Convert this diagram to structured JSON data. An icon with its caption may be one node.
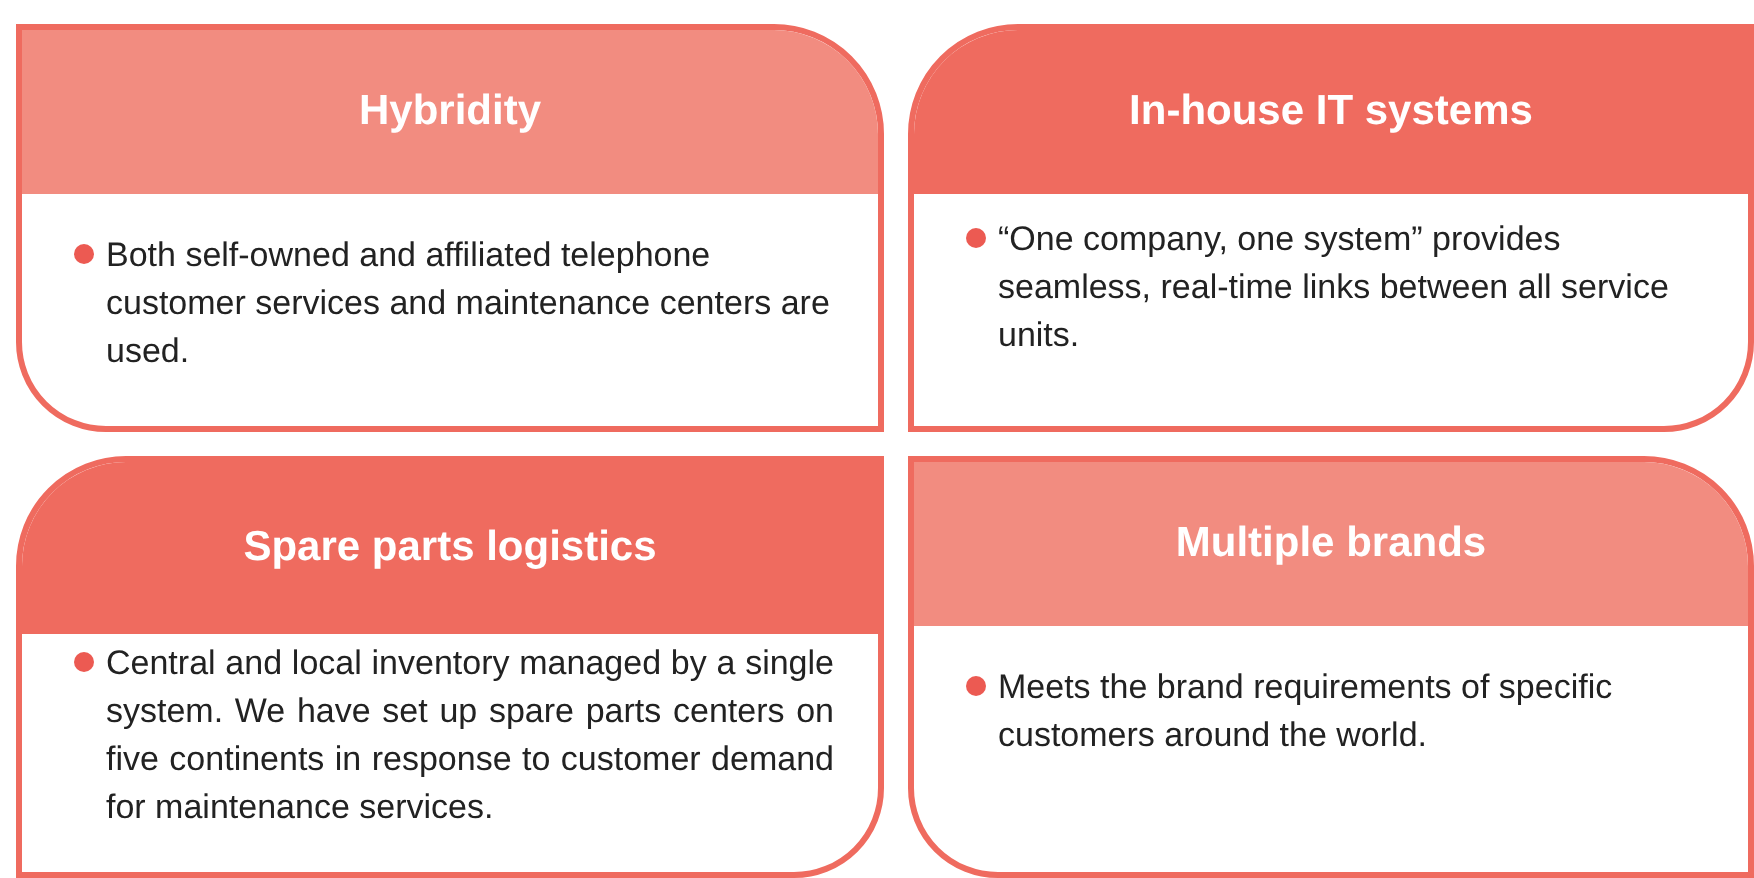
{
  "diagram": {
    "nodes": [
      {
        "text": [
          "Hybridity",
          "Both self-owned and affiliated telephone customer services and maintenance centers are used."
        ]
      },
      {
        "text": [
          "In-house IT systems",
          "“One company, one system” provides seamless, real-time links between all service units."
        ]
      },
      {
        "text": [
          "Spare parts logistics",
          "Central and local inventory managed by a single system. We have set up spare parts centers on five continents in response to customer demand for maintenance services."
        ]
      },
      {
        "text": [
          "Multiple brands",
          "Meets the brand requirements of specific customers around the world."
        ]
      }
    ],
    "edges": []
  }
}
